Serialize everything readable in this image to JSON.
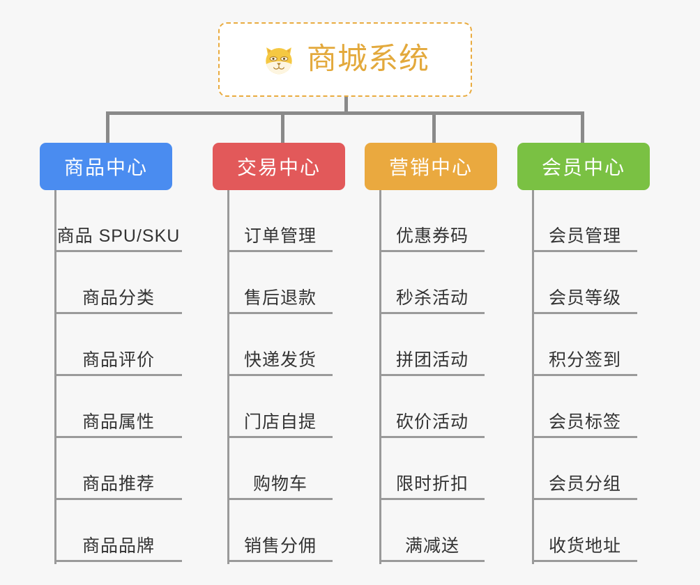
{
  "page": {
    "background_color": "#f7f7f7",
    "type": "org-chart"
  },
  "root": {
    "title": "商城系统",
    "icon": "shiba-dog-face-icon",
    "border_color": "#e9ab3f",
    "text_color": "#e3a93c",
    "background_color": "#ffffff"
  },
  "connector": {
    "color": "#8a8a8a"
  },
  "columns": [
    {
      "header": "商品中心",
      "color": "#4a8cf0",
      "items": [
        "商品 SPU/SKU",
        "商品分类",
        "商品评价",
        "商品属性",
        "商品推荐",
        "商品品牌"
      ]
    },
    {
      "header": "交易中心",
      "color": "#e2595a",
      "items": [
        "订单管理",
        "售后退款",
        "快递发货",
        "门店自提",
        "购物车",
        "销售分佣"
      ]
    },
    {
      "header": "营销中心",
      "color": "#eaa93f",
      "items": [
        "优惠券码",
        "秒杀活动",
        "拼团活动",
        "砍价活动",
        "限时折扣",
        "满减送"
      ]
    },
    {
      "header": "会员中心",
      "color": "#7ac143",
      "items": [
        "会员管理",
        "会员等级",
        "积分签到",
        "会员标签",
        "会员分组",
        "收货地址"
      ]
    }
  ]
}
